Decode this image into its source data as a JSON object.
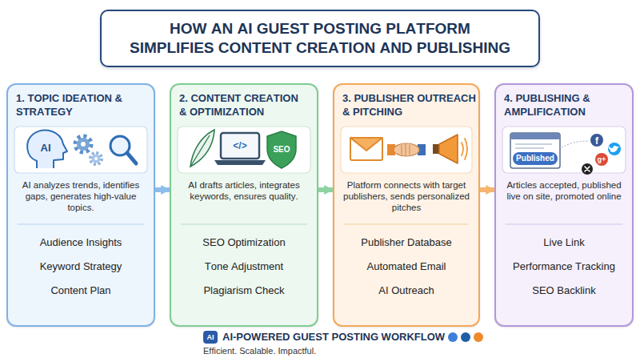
{
  "diagram": {
    "title": "HOW AN AI GUEST POSTING PLATFORM SIMPLIFIES CONTENT CREATION AND PUBLISHING",
    "caption": "AI-POWERED GUEST POSTING WORKFLOW",
    "nodes": [
      {
        "text": [
          "1. TOPIC IDEATION & STRATEGY",
          "AI analyzes trends, identifies gaps, generates high-value topics.",
          "Audience Insights",
          "Keyword Strategy",
          "Content Plan"
        ]
      },
      {
        "text": [
          "2. CONTENT CREATION & OPTIMIZATION",
          "AI drafts articles, integrates keywords, ensures quality.",
          "SEO Optimization",
          "Tone Adjustment",
          "Plagiarism Check"
        ]
      },
      {
        "text": [
          "3. PUBLISHER OUTREACH & PITCHING",
          "Platform connects with target publishers, sends personalized pitches",
          "Publisher Database",
          "Automated Email",
          "AI Outreach"
        ]
      },
      {
        "text": [
          "4. PUBLISHING & AMPLIFICATION",
          "Articles accepted, published live on site, promoted online",
          "Live Link",
          "Performance Tracking",
          "SEO Backlink"
        ]
      }
    ],
    "edges": [
      {
        "from": 0,
        "to": 1,
        "arrow": "to"
      },
      {
        "from": 1,
        "to": 2,
        "arrow": "to"
      },
      {
        "from": 2,
        "to": 3,
        "arrow": "to"
      }
    ],
    "labels": [
      "AI",
      "</>",
      "SEO",
      "Published",
      "f",
      "g+",
      "AI",
      "Efficient. Scalable. Impactful."
    ]
  }
}
